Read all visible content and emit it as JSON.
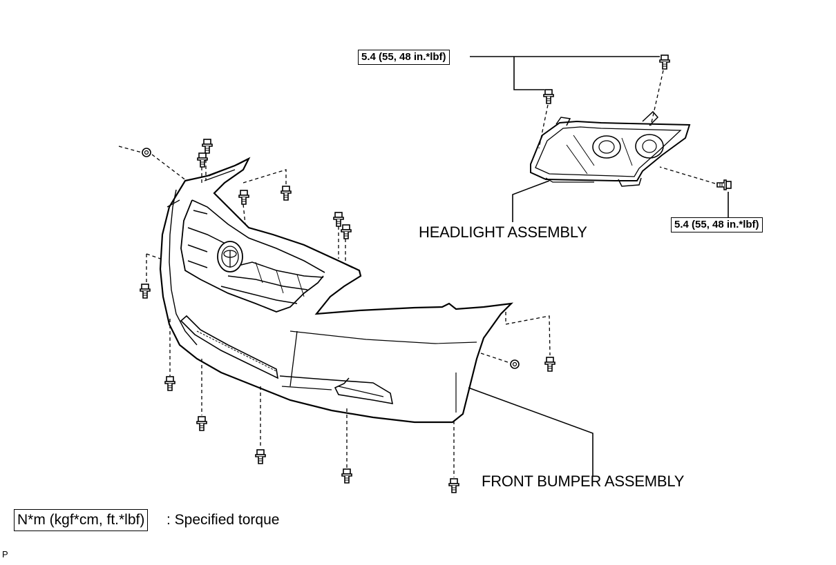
{
  "labels": {
    "torque_top": "5.4 (55, 48 in.*lbf)",
    "torque_right": "5.4 (55, 48 in.*lbf)",
    "headlight": "HEADLIGHT ASSEMBLY",
    "bumper": "FRONT BUMPER ASSEMBLY",
    "legend_unit": "N*m (kgf*cm, ft.*lbf)",
    "legend_desc": ": Specified torque",
    "corner_mark": "P"
  },
  "icons": {
    "bolt": "bolt-icon",
    "screw": "screw-icon",
    "clip": "clip-icon"
  }
}
